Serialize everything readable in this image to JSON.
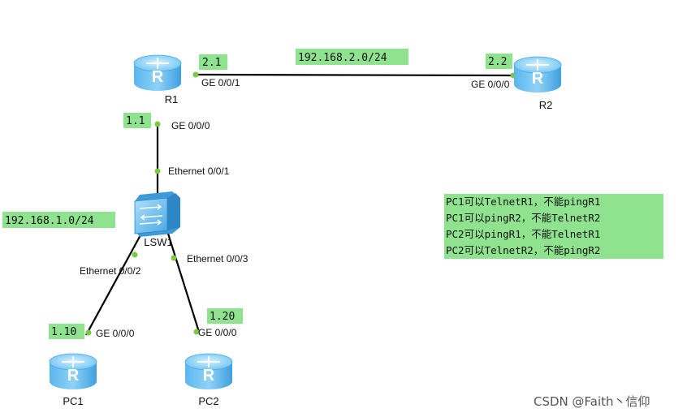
{
  "devices": {
    "r1": {
      "label": "R1"
    },
    "r2": {
      "label": "R2"
    },
    "lsw1": {
      "label": "LSW1"
    },
    "pc1": {
      "label": "PC1"
    },
    "pc2": {
      "label": "PC2"
    }
  },
  "ports": {
    "r1_ge001": "GE 0/0/1",
    "r2_ge000": "GE 0/0/0",
    "r1_ge000": "GE 0/0/0",
    "lsw1_eth001": "Ethernet 0/0/1",
    "lsw1_eth002": "Ethernet 0/0/2",
    "lsw1_eth003": "Ethernet 0/0/3",
    "pc1_ge000": "GE 0/0/0",
    "pc2_ge000": "GE 0/0/0"
  },
  "tags": {
    "r1_addr_wan": "2.1",
    "r2_addr_wan": "2.2",
    "net_wan": "192.168.2.0/24",
    "r1_addr_lan": "1.1",
    "net_lan": "192.168.1.0/24",
    "pc1_addr": "1.10",
    "pc2_addr": "1.20"
  },
  "notes": [
    "PC1可以TelnetR1，不能pingR1",
    "PC1可以pingR2，不能TelnetR2",
    "PC2可以pingR1，不能TelnetR1",
    "PC2可以TelnetR2，不能pingR2"
  ],
  "watermark": "CSDN @Faith丶信仰",
  "colors": {
    "tag_bg": "#8fe38f",
    "port_dot": "#7ac943",
    "link": "#000000",
    "router_blue": "#3fa9f5"
  }
}
